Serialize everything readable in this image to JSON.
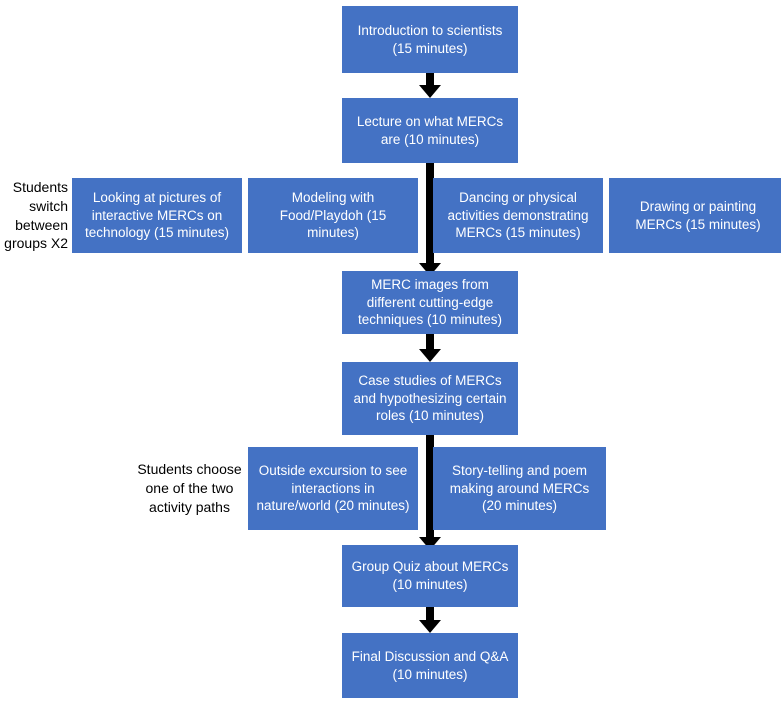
{
  "diagram": {
    "title": "MERC lesson plan flowchart",
    "accent_color": "#4472C4",
    "text_color": "#FFFFFF",
    "label_color": "#000000",
    "arrow_color": "#000000",
    "background": "#FFFFFF"
  },
  "nodes": {
    "intro": "Introduction to scientists (15 minutes)",
    "lecture": "Lecture on what MERCs are (10 minutes)",
    "station_pictures": "Looking at pictures of interactive MERCs on technology (15 minutes)",
    "station_modeling": "Modeling with Food/Playdoh (15 minutes)",
    "station_dancing": "Dancing or physical activities demonstrating MERCs (15 minutes)",
    "station_drawing": "Drawing or painting MERCs (15 minutes)",
    "merc_images": "MERC images from different cutting-edge techniques (10 minutes)",
    "case_studies": "Case studies of MERCs and hypothesizing certain roles (10 minutes)",
    "path_outside": "Outside excursion to see interactions in nature/world (20 minutes)",
    "path_story": "Story-telling and poem making around MERCs (20 minutes)",
    "group_quiz": "Group Quiz about MERCs (10 minutes)",
    "final_discussion": "Final Discussion and Q&A (10 minutes)"
  },
  "labels": {
    "switch_groups": "Students switch between groups X2",
    "choose_path": "Students choose one of the two activity paths"
  }
}
